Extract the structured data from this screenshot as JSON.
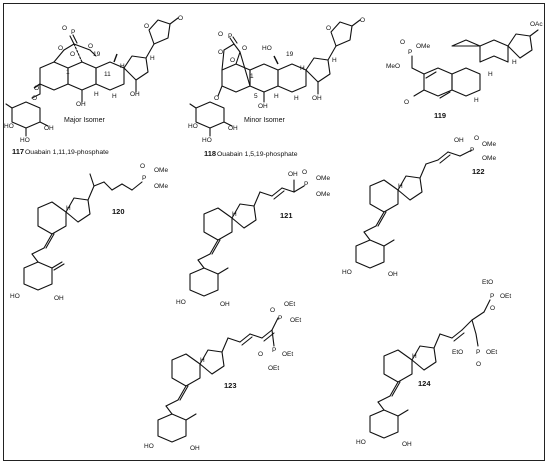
{
  "compounds": [
    {
      "number": "117",
      "caption": "Ouabain 1,11,19-phosphate",
      "isomer_label": "Major Isomer",
      "position_labels": [
        "1",
        "11",
        "19"
      ],
      "atom_labels": [
        "P",
        "O",
        "HO",
        "HO",
        "OH",
        "OH",
        "OH",
        "H",
        "H",
        "H",
        "O",
        "O",
        "O",
        "O",
        "O"
      ]
    },
    {
      "number": "118",
      "caption": "Ouabain 1,5,19-phosphate",
      "isomer_label": "Minor Isomer",
      "position_labels": [
        "1",
        "5",
        "19"
      ],
      "atom_labels": [
        "P",
        "O",
        "HO",
        "HO",
        "HO",
        "OH",
        "OH",
        "H",
        "H",
        "H",
        "O",
        "O",
        "O",
        "O",
        "O"
      ]
    },
    {
      "number": "119",
      "atom_labels": [
        "OMe",
        "MeO",
        "P",
        "O",
        "O",
        "OAc",
        "H",
        "H",
        "H"
      ]
    },
    {
      "number": "120",
      "atom_labels": [
        "P",
        "OMe",
        "OMe",
        "O",
        "HO",
        "OH",
        "H"
      ]
    },
    {
      "number": "121",
      "atom_labels": [
        "OH",
        "P",
        "OMe",
        "OMe",
        "O",
        "HO",
        "OH",
        "H"
      ]
    },
    {
      "number": "122",
      "atom_labels": [
        "OH",
        "O",
        "P",
        "OMe",
        "OMe",
        "HO",
        "OH",
        "H"
      ]
    },
    {
      "number": "123",
      "atom_labels": [
        "OEt",
        "P",
        "OEt",
        "O",
        "P",
        "OEt",
        "OEt",
        "O",
        "HO",
        "OH",
        "H"
      ]
    },
    {
      "number": "124",
      "atom_labels": [
        "EtO",
        "P",
        "OEt",
        "O",
        "EtO",
        "P",
        "OEt",
        "O",
        "HO",
        "OH",
        "H"
      ]
    }
  ]
}
